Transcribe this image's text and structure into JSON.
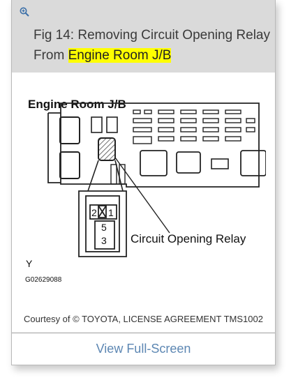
{
  "header": {
    "icon": "zoom-in-icon",
    "caption_prefix": "Fig 14: Removing Circuit Opening Relay From ",
    "caption_highlight": "Engine Room J/B",
    "highlight_color": "#ffff00"
  },
  "figure": {
    "title": "Engine Room J/B",
    "relay_label": "Circuit Opening Relay",
    "pins": [
      "2",
      "1",
      "5",
      "3"
    ],
    "corner_letter": "Y",
    "figure_code": "G02629088"
  },
  "footer": {
    "courtesy": "Courtesy of © TOYOTA, LICENSE AGREEMENT TMS1002",
    "fullscreen_link": "View Full-Screen",
    "link_color": "#5d87b3"
  }
}
